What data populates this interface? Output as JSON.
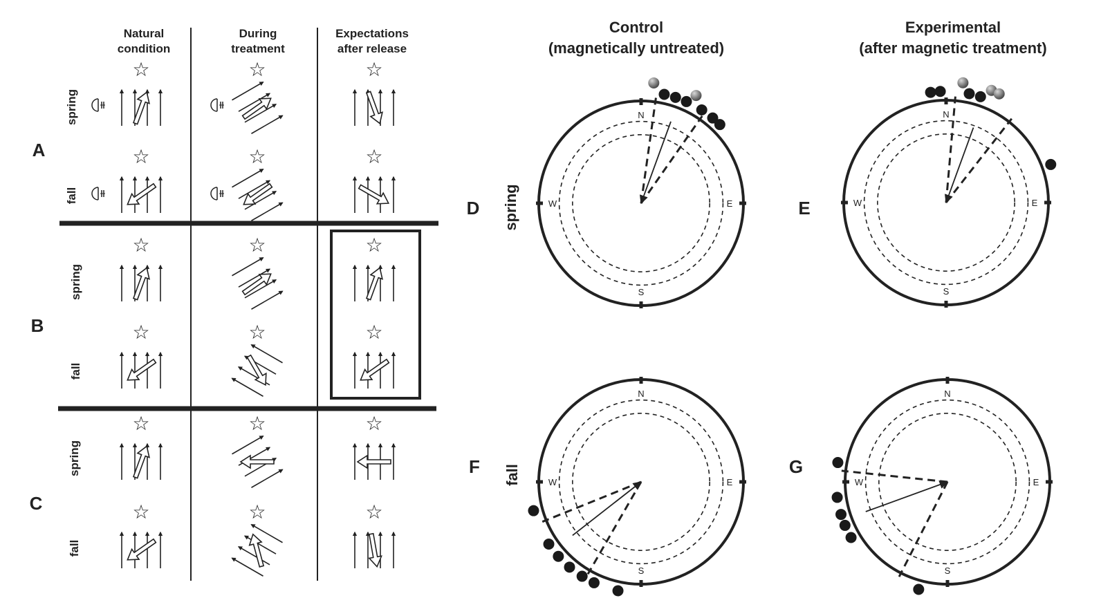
{
  "headers": {
    "natural": [
      "Natural",
      "condition"
    ],
    "during": [
      "During",
      "treatment"
    ],
    "expect": [
      "Expectations",
      "after release"
    ],
    "control": [
      "Control",
      "(magnetically untreated)"
    ],
    "experimental": [
      "Experimental",
      "(after magnetic treatment)"
    ]
  },
  "rows": [
    {
      "label": "A",
      "seasons": [
        "spring",
        "fall"
      ],
      "natural": [
        20,
        235
      ],
      "during": [
        55,
        235
      ],
      "expect": [
        160,
        120
      ]
    },
    {
      "label": "B",
      "seasons": [
        "spring",
        "fall"
      ],
      "natural": [
        20,
        235
      ],
      "during": [
        55,
        150
      ],
      "expect": [
        20,
        235
      ]
    },
    {
      "label": "C",
      "seasons": [
        "spring",
        "fall"
      ],
      "natural": [
        20,
        235
      ],
      "during": [
        270,
        345
      ],
      "expect": [
        270,
        170
      ]
    }
  ],
  "star_glyph": "☆",
  "panels": [
    {
      "label": "D",
      "season": "spring",
      "mean_direction_deg": 20,
      "mean_vector_length": 0.85,
      "ci_deg": [
        8,
        35
      ],
      "birds_deg": [
        12,
        18,
        24,
        33,
        40,
        45
      ],
      "faded_birds_deg": [
        6,
        27
      ]
    },
    {
      "label": "E",
      "season": "",
      "mean_direction_deg": 20,
      "mean_vector_length": 0.78,
      "ci_deg": [
        5,
        38
      ],
      "birds_deg": [
        352,
        357,
        12,
        18,
        70
      ],
      "faded_birds_deg": [
        8,
        22,
        26
      ]
    },
    {
      "label": "F",
      "season": "fall",
      "mean_direction_deg": 232,
      "mean_vector_length": 0.85,
      "ci_deg": [
        210,
        248
      ],
      "birds_deg": [
        192,
        205,
        212,
        220,
        228,
        236,
        255
      ],
      "faded_birds_deg": []
    },
    {
      "label": "G",
      "season": "",
      "mean_direction_deg": 250,
      "mean_vector_length": 0.85,
      "ci_deg": [
        207,
        276
      ],
      "birds_deg": [
        195,
        240,
        247,
        253,
        262,
        280
      ],
      "faded_birds_deg": []
    }
  ],
  "directions": {
    "n": "N",
    "e": "E",
    "s": "S",
    "w": "W"
  },
  "colors": {
    "ink": "#222222",
    "bird": "#1a1a1a",
    "faded_bird": "#8a8a8a"
  }
}
